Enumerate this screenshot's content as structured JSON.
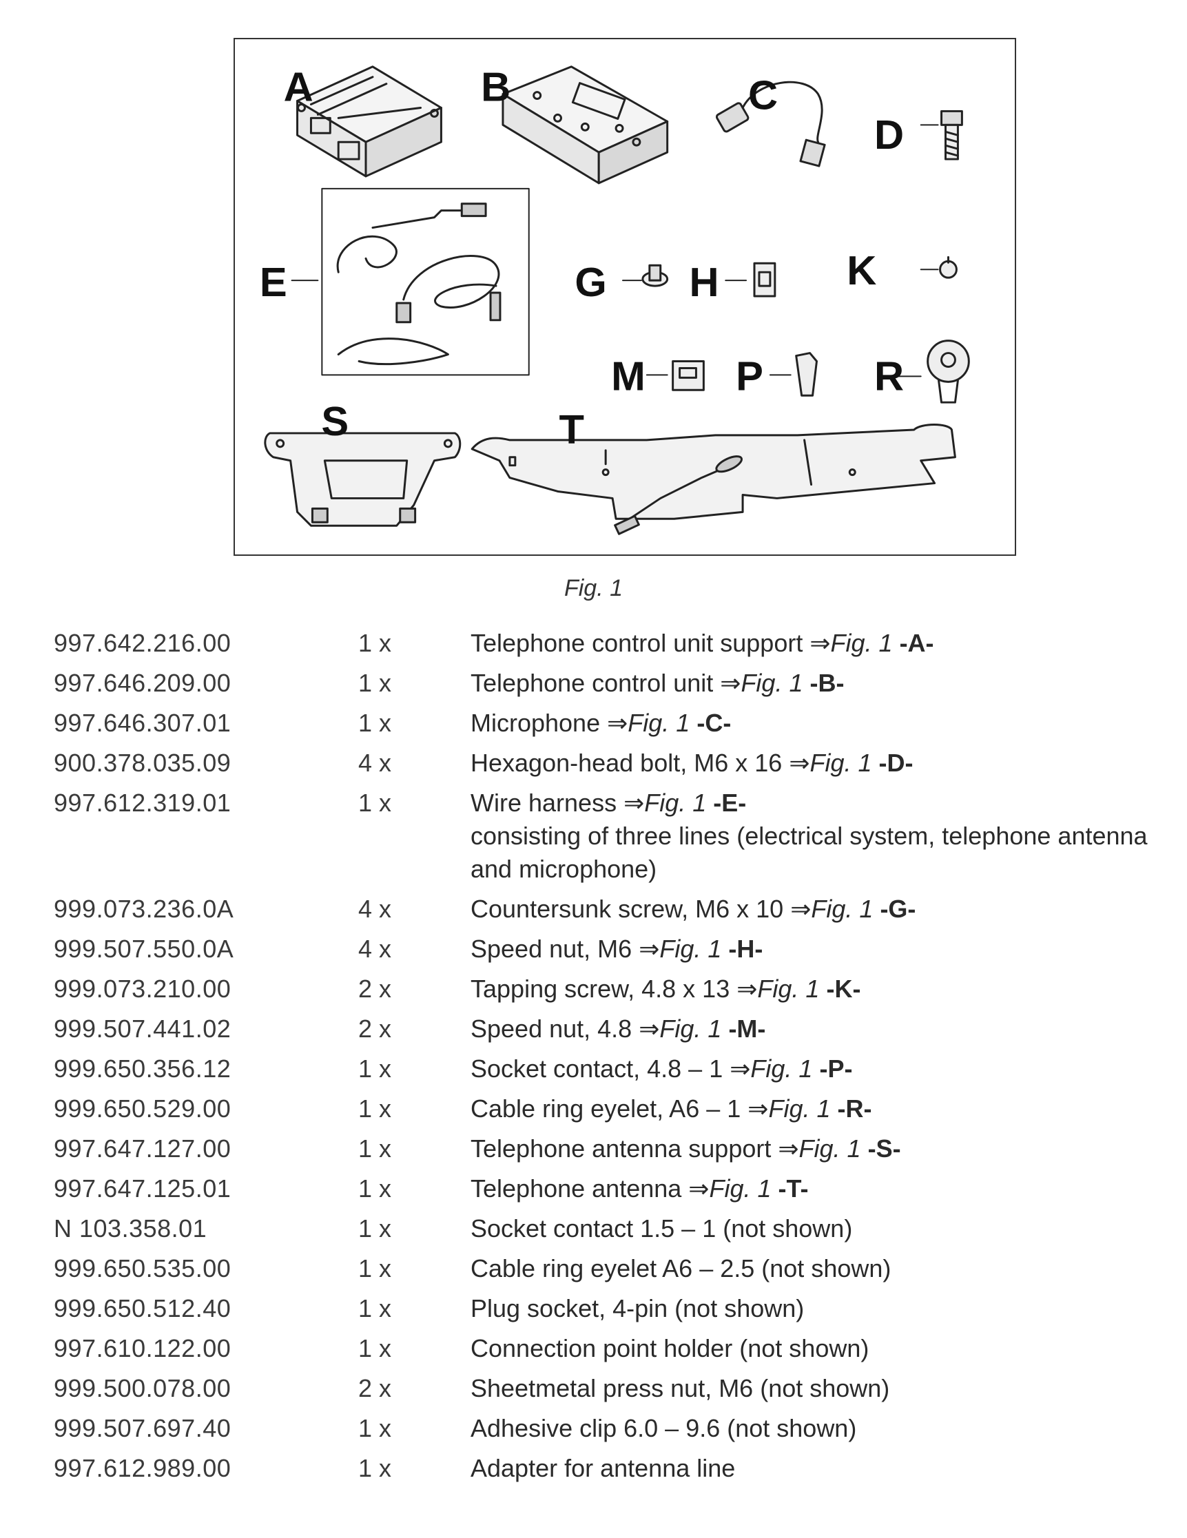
{
  "figure": {
    "caption": "Fig. 1",
    "labels": {
      "A": "A",
      "B": "B",
      "C": "C",
      "D": "D",
      "E": "E",
      "G": "G",
      "H": "H",
      "K": "K",
      "M": "M",
      "P": "P",
      "R": "R",
      "S": "S",
      "T": "T"
    }
  },
  "parts": [
    {
      "number": "997.642.216.00",
      "qty": "1 x",
      "text": "Telephone control unit support",
      "arrow": "⇒",
      "fig": "Fig. 1",
      "ref": " -A-",
      "extra": ""
    },
    {
      "number": "997.646.209.00",
      "qty": "1 x",
      "text": "Telephone control unit",
      "arrow": "⇒",
      "fig": "Fig. 1",
      "ref": " -B-",
      "extra": ""
    },
    {
      "number": "997.646.307.01",
      "qty": "1 x",
      "text": "Microphone",
      "arrow": "⇒",
      "fig": "Fig. 1",
      "ref": " -C-",
      "extra": ""
    },
    {
      "number": "900.378.035.09",
      "qty": "4 x",
      "text": "Hexagon-head bolt, M6 x 16",
      "arrow": "⇒",
      "fig": "Fig. 1",
      "ref": " -D-",
      "extra": ""
    },
    {
      "number": "997.612.319.01",
      "qty": "1 x",
      "text": "Wire harness",
      "arrow": "⇒",
      "fig": "Fig. 1",
      "ref": " -E-",
      "extra": "consisting of three lines (electrical system, telephone antenna and microphone)"
    },
    {
      "number": "999.073.236.0A",
      "qty": "4 x",
      "text": "Countersunk screw, M6 x 10",
      "arrow": "⇒",
      "fig": "Fig. 1",
      "ref": " -G-",
      "extra": ""
    },
    {
      "number": "999.507.550.0A",
      "qty": "4 x",
      "text": "Speed nut, M6",
      "arrow": "⇒",
      "fig": "Fig. 1",
      "ref": " -H-",
      "extra": ""
    },
    {
      "number": "999.073.210.00",
      "qty": "2 x",
      "text": "Tapping screw, 4.8 x 13",
      "arrow": "⇒",
      "fig": "Fig. 1",
      "ref": " -K-",
      "extra": ""
    },
    {
      "number": "999.507.441.02",
      "qty": "2 x",
      "text": "Speed nut, 4.8",
      "arrow": "⇒",
      "fig": "Fig. 1",
      "ref": " -M-",
      "extra": ""
    },
    {
      "number": "999.650.356.12",
      "qty": "1 x",
      "text": "Socket contact, 4.8 – 1",
      "arrow": "⇒",
      "fig": "Fig. 1",
      "ref": " -P-",
      "extra": ""
    },
    {
      "number": "999.650.529.00",
      "qty": "1 x",
      "text": "Cable ring eyelet, A6 – 1",
      "arrow": "⇒",
      "fig": "Fig. 1",
      "ref": " -R-",
      "extra": ""
    },
    {
      "number": "997.647.127.00",
      "qty": "1 x",
      "text": "Telephone antenna support",
      "arrow": "⇒",
      "fig": "Fig. 1",
      "ref": " -S-",
      "extra": ""
    },
    {
      "number": "997.647.125.01",
      "qty": "1 x",
      "text": "Telephone antenna",
      "arrow": "⇒",
      "fig": "Fig. 1",
      "ref": " -T-",
      "extra": ""
    },
    {
      "number": "N 103.358.01",
      "qty": "1 x",
      "text": "Socket contact 1.5 – 1 (not shown)",
      "arrow": "",
      "fig": "",
      "ref": "",
      "extra": ""
    },
    {
      "number": "999.650.535.00",
      "qty": "1 x",
      "text": "Cable ring eyelet A6 – 2.5 (not shown)",
      "arrow": "",
      "fig": "",
      "ref": "",
      "extra": ""
    },
    {
      "number": "999.650.512.40",
      "qty": "1 x",
      "text": "Plug socket, 4-pin (not shown)",
      "arrow": "",
      "fig": "",
      "ref": "",
      "extra": ""
    },
    {
      "number": "997.610.122.00",
      "qty": "1 x",
      "text": "Connection point holder (not shown)",
      "arrow": "",
      "fig": "",
      "ref": "",
      "extra": ""
    },
    {
      "number": "999.500.078.00",
      "qty": "2 x",
      "text": "Sheetmetal press nut, M6 (not shown)",
      "arrow": "",
      "fig": "",
      "ref": "",
      "extra": ""
    },
    {
      "number": "999.507.697.40",
      "qty": "1 x",
      "text": "Adhesive clip 6.0 – 9.6 (not shown)",
      "arrow": "",
      "fig": "",
      "ref": "",
      "extra": ""
    },
    {
      "number": "997.612.989.00",
      "qty": "1 x",
      "text": "Adapter for antenna line",
      "arrow": "",
      "fig": "",
      "ref": "",
      "extra": ""
    }
  ]
}
